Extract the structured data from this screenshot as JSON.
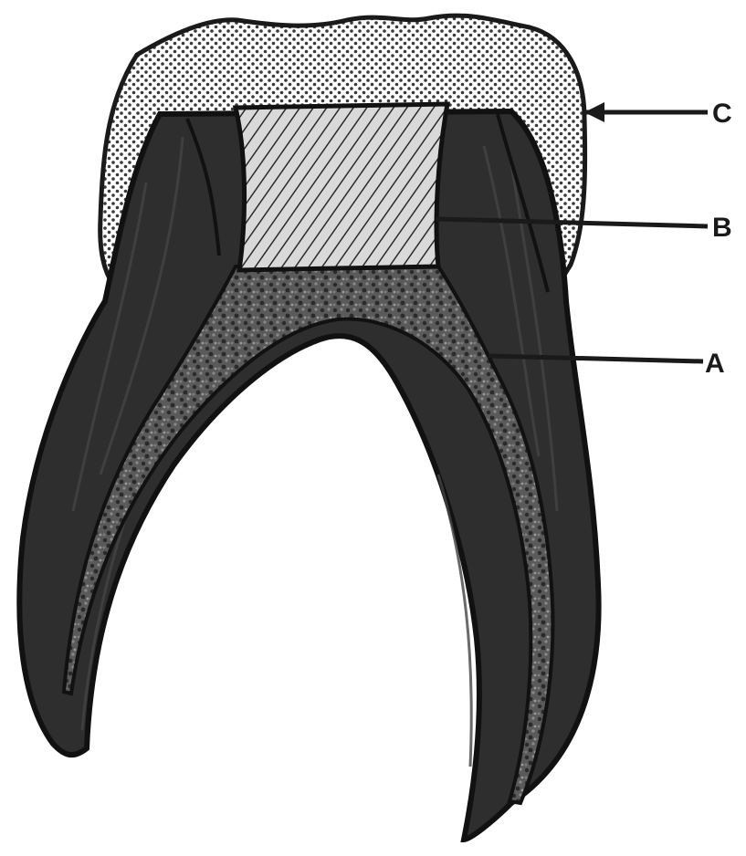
{
  "diagram": {
    "labels": {
      "a": "A",
      "b": "B",
      "c": "C"
    },
    "colors": {
      "paper": "#ffffff",
      "ink": "#1a1a1a",
      "dentin": "#2e2e2e",
      "pulp_speckle": "#555555",
      "enamel_dots": "#444444"
    }
  }
}
